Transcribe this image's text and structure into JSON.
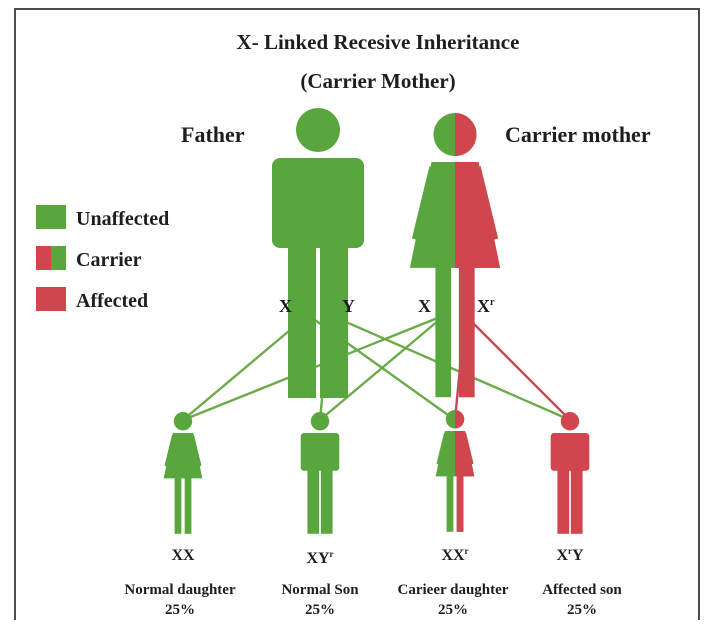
{
  "title": "X- Linked Recesive Inheritance",
  "subtitle": "(Carrier Mother)",
  "colors": {
    "unaffected": "#5aa63e",
    "affected": "#d0454e",
    "line_green": "#6caa4a",
    "line_red": "#c4485a"
  },
  "parents": {
    "father": {
      "label": "Father",
      "gamete_left": "X",
      "gamete_right": "Y",
      "status": "unaffected"
    },
    "mother": {
      "label": "Carrier mother",
      "gamete_left": "X",
      "gamete_right": "X",
      "gamete_right_sup": "r",
      "status": "carrier"
    }
  },
  "legend": [
    {
      "label": "Unaffected",
      "status": "unaffected"
    },
    {
      "label": "Carrier",
      "status": "carrier"
    },
    {
      "label": "Affected",
      "status": "affected"
    }
  ],
  "children": [
    {
      "genotype": "XX",
      "genotype_sup": "",
      "genotype_tail": "",
      "label": "Normal daughter",
      "percent": "25%",
      "sex": "female",
      "status": "unaffected"
    },
    {
      "genotype": "XY",
      "genotype_sup": "r",
      "genotype_tail": "",
      "label": "Normal Son",
      "percent": "25%",
      "sex": "male",
      "status": "unaffected"
    },
    {
      "genotype": "XX",
      "genotype_sup": "r",
      "genotype_tail": "",
      "label": "Carieer daughter",
      "percent": "25%",
      "sex": "female",
      "status": "carrier"
    },
    {
      "genotype": "X",
      "genotype_sup": "r",
      "genotype_tail": "Y",
      "label": "Affected son",
      "percent": "25%",
      "sex": "male",
      "status": "affected"
    }
  ]
}
